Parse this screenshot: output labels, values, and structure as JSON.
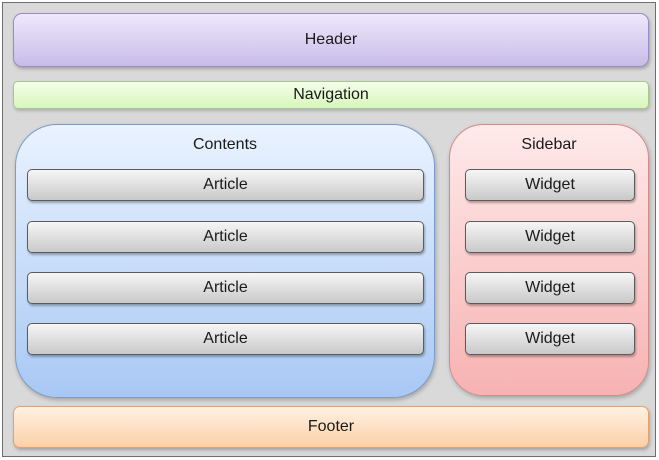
{
  "header": {
    "label": "Header"
  },
  "navigation": {
    "label": "Navigation"
  },
  "contents": {
    "label": "Contents",
    "articles": [
      "Article",
      "Article",
      "Article",
      "Article"
    ]
  },
  "sidebar": {
    "label": "Sidebar",
    "widgets": [
      "Widget",
      "Widget",
      "Widget",
      "Widget"
    ]
  },
  "footer": {
    "label": "Footer"
  },
  "colors": {
    "header": "#c8bce8",
    "navigation": "#d7f5bd",
    "contents": "#a8c8f4",
    "sidebar": "#f7b2b2",
    "footer": "#fbd0a8",
    "item": "#d8d8d8"
  }
}
